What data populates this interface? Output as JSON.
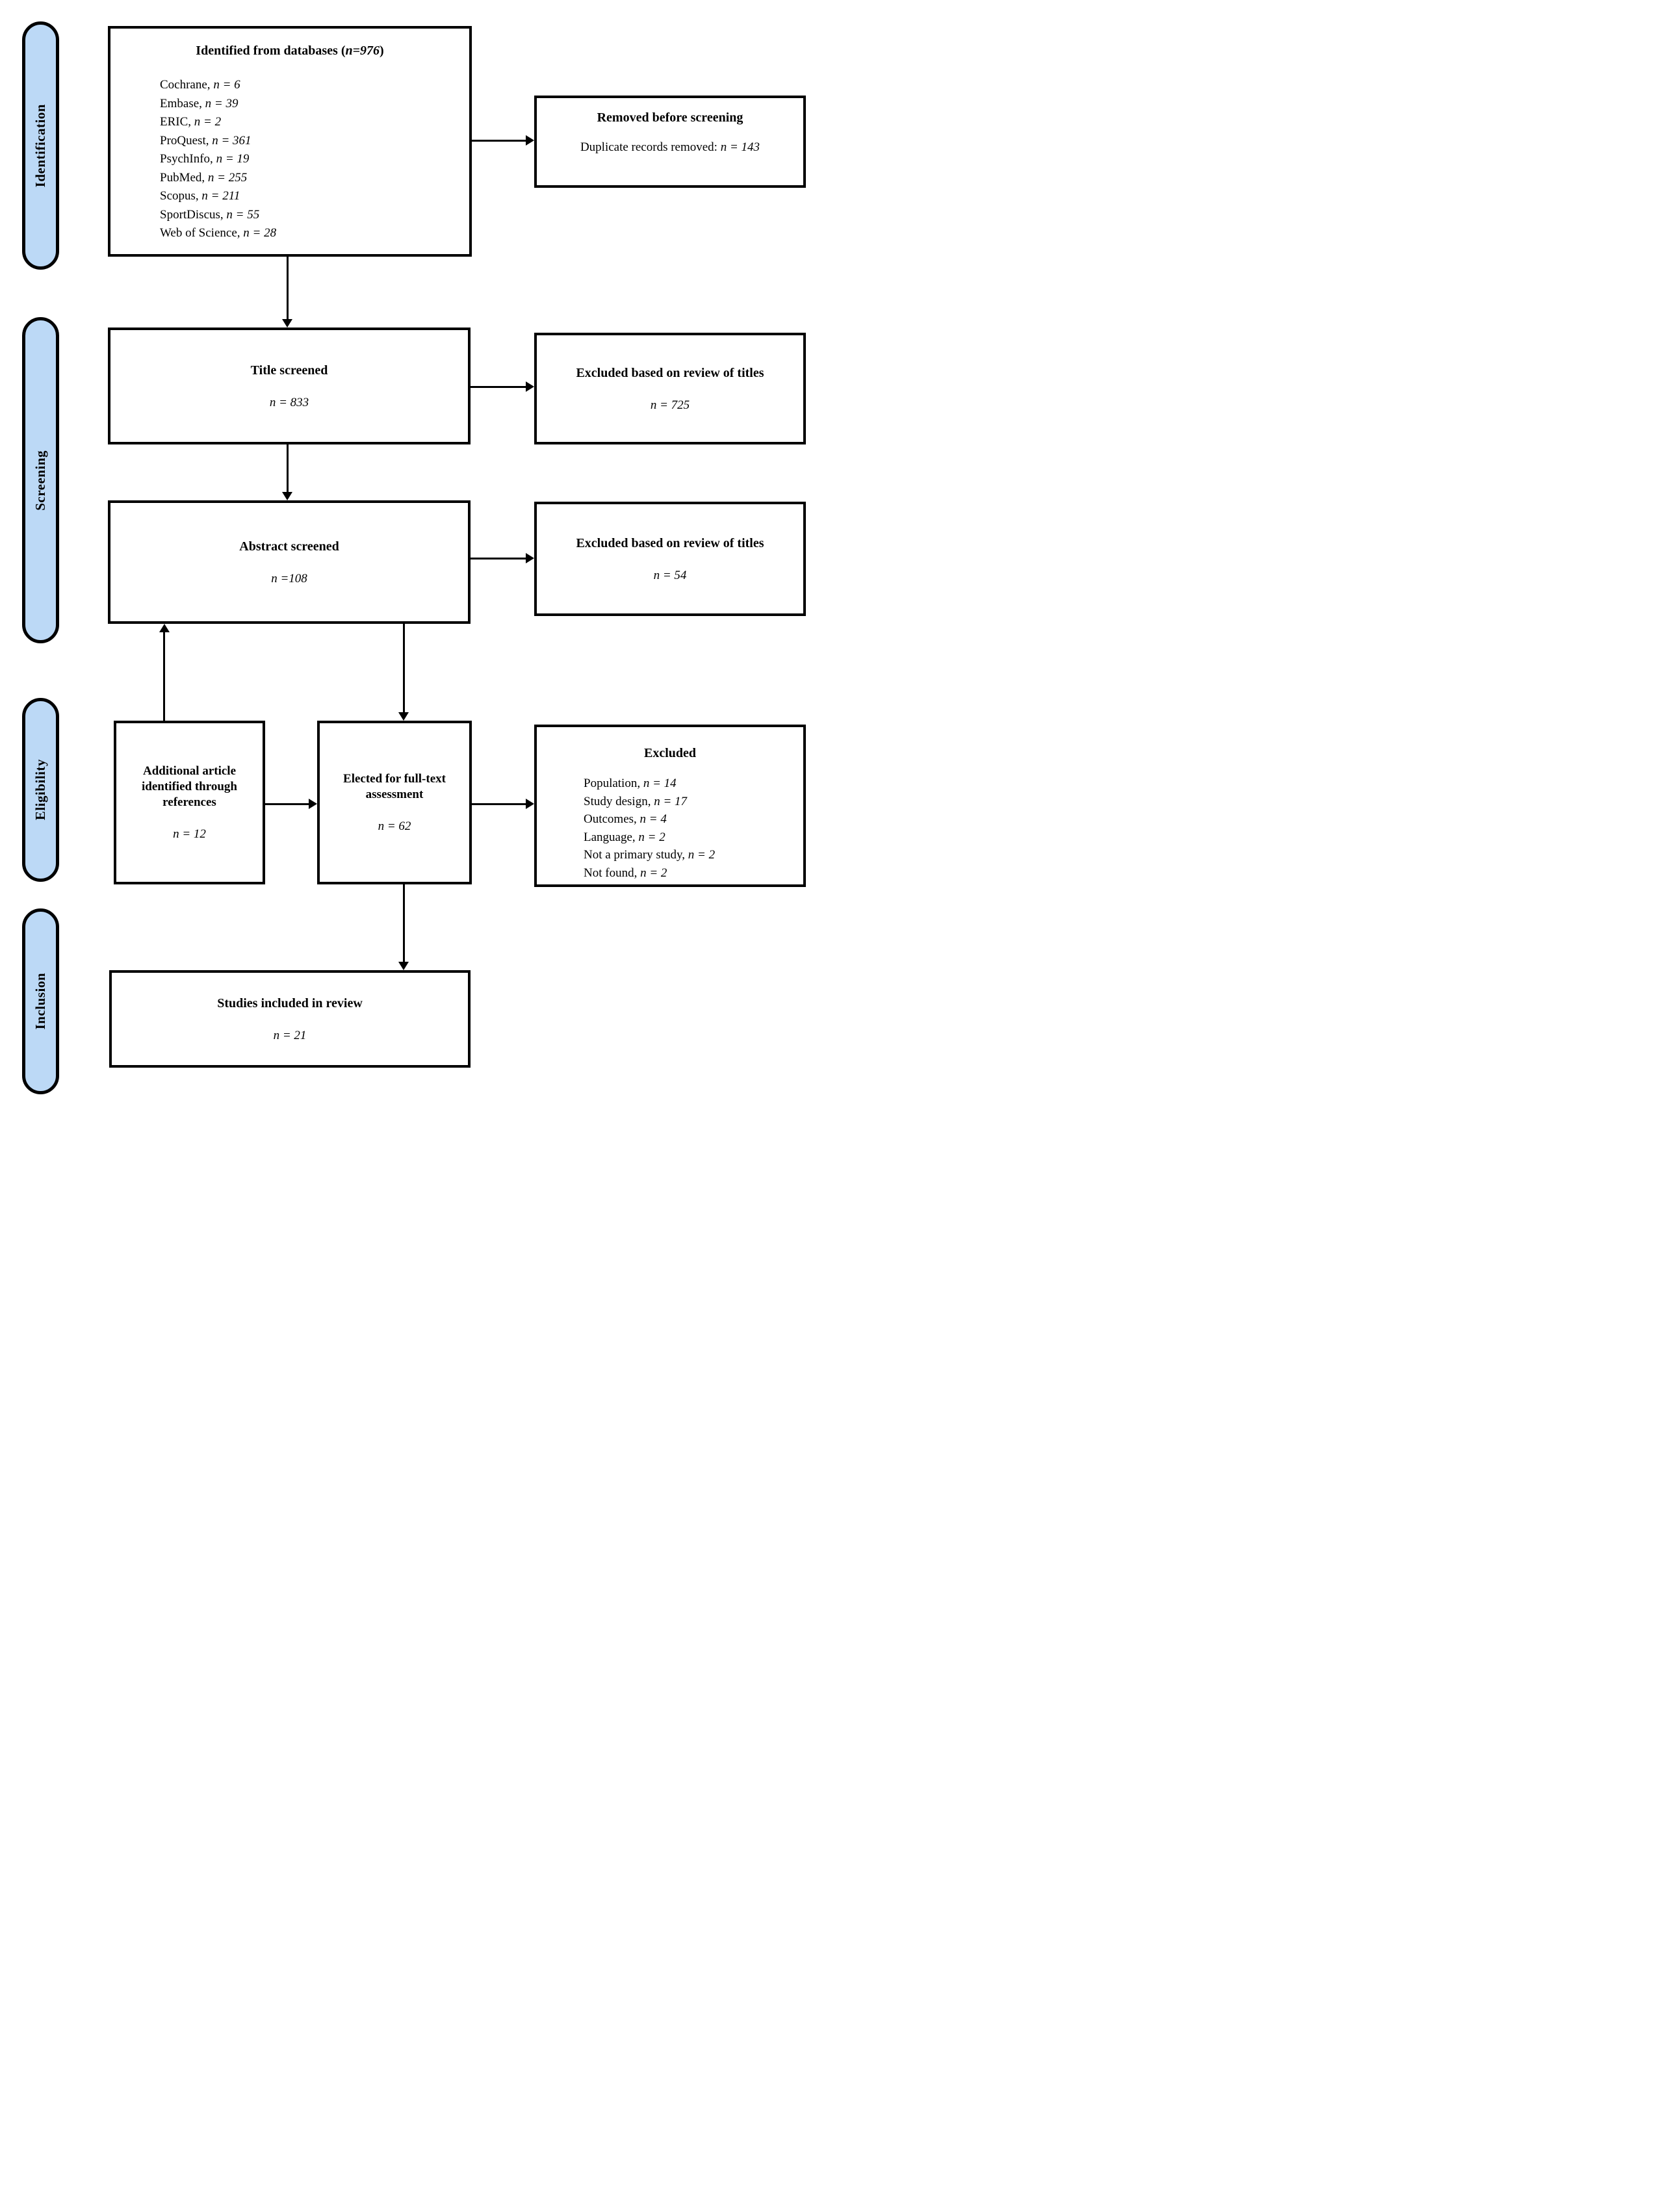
{
  "sidebar": {
    "stages": [
      "Identification",
      "Screening",
      "Eligibility",
      "Inclusion"
    ]
  },
  "colors": {
    "stage_fill": "#bcd9f6",
    "border": "#000000",
    "background": "#ffffff"
  },
  "boxes": {
    "identified": {
      "title_pre": "Identified from databases (",
      "title_em": "n=976",
      "title_post": ")",
      "items": [
        {
          "label": "Cochrane, ",
          "value": "n = 6"
        },
        {
          "label": "Embase, ",
          "value": "n = 39"
        },
        {
          "label": "ERIC, ",
          "value": "n = 2"
        },
        {
          "label": "ProQuest, ",
          "value": "n = 361"
        },
        {
          "label": "PsychInfo, ",
          "value": "n = 19"
        },
        {
          "label": "PubMed, ",
          "value": "n = 255"
        },
        {
          "label": "Scopus, ",
          "value": "n = 211"
        },
        {
          "label": "SportDiscus, ",
          "value": "n = 55"
        },
        {
          "label": "Web of Science, ",
          "value": "n = 28"
        }
      ]
    },
    "removed": {
      "title": "Removed before screening",
      "body_label": "Duplicate records removed: ",
      "body_value": "n = 143"
    },
    "title_screened": {
      "title": "Title screened",
      "value": "n = 833"
    },
    "excluded_titles_1": {
      "title": "Excluded based on review of titles",
      "value": "n = 725"
    },
    "abstract_screened": {
      "title": "Abstract screened",
      "value": "n =108"
    },
    "excluded_titles_2": {
      "title": "Excluded based on review of titles",
      "value": "n = 54"
    },
    "additional_articles": {
      "title": "Additional article identified through references",
      "value": "n = 12"
    },
    "full_text": {
      "title": "Elected for full-text assessment",
      "value": "n = 62"
    },
    "excluded_full_text": {
      "title": "Excluded",
      "items": [
        {
          "label": "Population, ",
          "value": "n = 14"
        },
        {
          "label": "Study design, ",
          "value": "n = 17"
        },
        {
          "label": "Outcomes, ",
          "value": "n = 4"
        },
        {
          "label": "Language, ",
          "value": "n = 2"
        },
        {
          "label": "Not a primary study, ",
          "value": "n = 2"
        },
        {
          "label": "Not found, ",
          "value": "n = 2"
        }
      ]
    },
    "included": {
      "title": "Studies included in review",
      "value": "n = 21"
    }
  }
}
